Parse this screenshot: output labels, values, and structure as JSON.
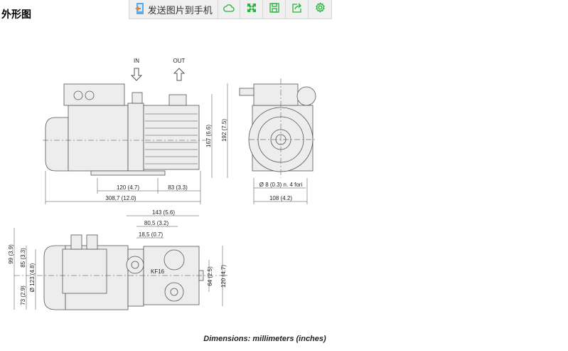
{
  "page_title": "外形图",
  "toolbar": {
    "send_label": "发送图片到手机",
    "icons": [
      "phone-send-icon",
      "cloud-icon",
      "expand-icon",
      "save-icon",
      "share-icon",
      "settings-icon"
    ],
    "accent": "#22b33a"
  },
  "drawing": {
    "in_label": "IN",
    "out_label": "OUT",
    "dim_120_side": "120 (4.7)",
    "dim_83": "83 (3.3)",
    "dim_308": "308,7 (12.0)",
    "dim_167": "167 (6.6)",
    "dim_192": "192 (7.5)",
    "dim_holes": "Ø 8 (0.3) n. 4 fori",
    "dim_108": "108 (4.2)",
    "dim_143": "143 (5.6)",
    "dim_80": "80,5 (3.2)",
    "dim_18": "18,5 (0.7)",
    "dim_99": "99 (3.9)",
    "dim_85": "85 (3.3)",
    "dim_123": "Ø 123 (4.8)",
    "dim_73": "73 (2.9)",
    "dim_64": "64 (2.5)",
    "dim_120_top": "120 (4.7)",
    "kf16": "KF16",
    "caption": "Dimensions: millimeters (inches)"
  }
}
